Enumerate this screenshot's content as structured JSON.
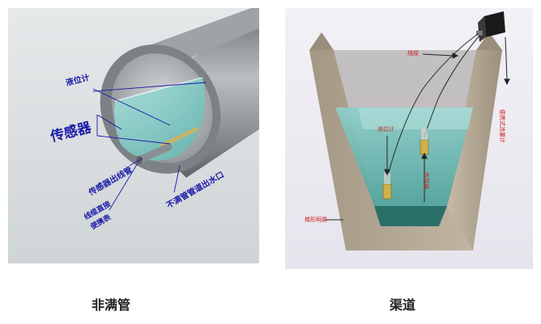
{
  "pipe_panel": {
    "labels": {
      "level_gauge": "液位计",
      "sensor": "传感器",
      "sensor_outlet_pipe": "传感器出线管",
      "cable_connect_converter": "线缆直接\n便携表",
      "partial_pipe_outlet": "不满管管道出水口"
    },
    "caption": "非满管"
  },
  "channel_panel": {
    "labels": {
      "cable": "线缆",
      "portable_meter": "便携式流量计",
      "level_gauge": "液位计",
      "sensor": "传感器",
      "channel": "梯形明渠"
    },
    "caption": "渠道"
  },
  "colors": {
    "label_blue": "#1a1aa8",
    "label_red": "#cc2222",
    "water": "#2f8f8a",
    "concrete": "#b8ab96",
    "pipe_gray": "#9aa0a4"
  }
}
